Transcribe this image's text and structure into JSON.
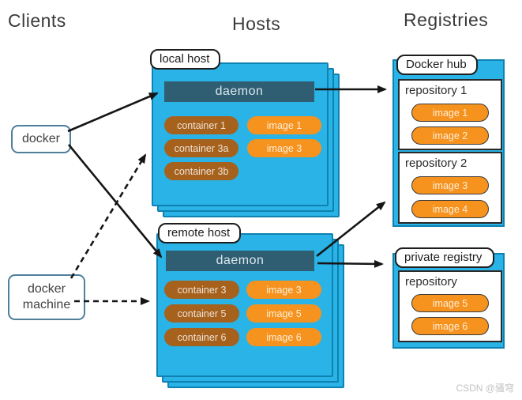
{
  "titles": {
    "clients": "Clients",
    "hosts": "Hosts",
    "registries": "Registries"
  },
  "clients": {
    "docker_label": "docker",
    "docker_machine_label": "docker machine"
  },
  "hosts": [
    {
      "name": "local host",
      "daemon": "daemon",
      "containers": [
        "container 1",
        "container 3a",
        "container 3b"
      ],
      "images": [
        "image 1",
        "image 3"
      ]
    },
    {
      "name": "remote host",
      "daemon": "daemon",
      "containers": [
        "container 3",
        "container 5",
        "container 6"
      ],
      "images": [
        "image 3",
        "image 5",
        "image 6"
      ]
    }
  ],
  "registries": [
    {
      "name": "Docker hub",
      "repositories": [
        {
          "name": "repository 1",
          "images": [
            "image 1",
            "image 2"
          ]
        },
        {
          "name": "repository 2",
          "images": [
            "image 3",
            "image 4"
          ]
        }
      ]
    },
    {
      "name": "private registry",
      "repositories": [
        {
          "name": "repository",
          "images": [
            "image 5",
            "image 6"
          ]
        }
      ]
    }
  ],
  "watermark": "CSDN @骚穹",
  "colors": {
    "host_fill": "#29b3e6",
    "host_border": "#0f82b2",
    "daemon_fill": "#2f5e72",
    "container_fill": "#a6611d",
    "image_fill": "#f6921e",
    "arrow": "#151515"
  }
}
